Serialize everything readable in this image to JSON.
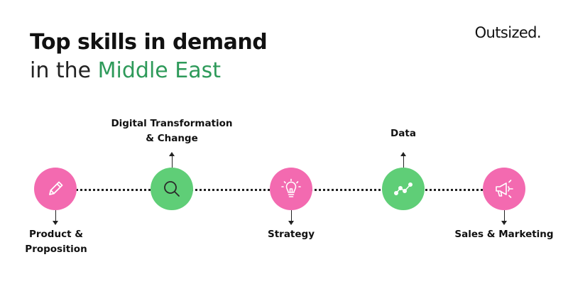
{
  "header": {
    "title_line1": "Top skills in demand",
    "title_line2_prefix": "in the ",
    "title_line2_accent": "Middle East",
    "brand": "Outsized."
  },
  "colors": {
    "pink": "#f36ab0",
    "green": "#5fce77",
    "accent_text": "#2e9a5a"
  },
  "skills": [
    {
      "line1": "Product &",
      "line2": "Proposition",
      "icon": "pencil-icon",
      "color": "pink",
      "label_position": "below"
    },
    {
      "line1": "Digital Transformation",
      "line2": "& Change",
      "icon": "magnifier-icon",
      "color": "green",
      "label_position": "above"
    },
    {
      "line1": "Strategy",
      "icon": "lightbulb-icon",
      "color": "pink",
      "label_position": "below"
    },
    {
      "line1": "Data",
      "icon": "line-chart-icon",
      "color": "green",
      "label_position": "above"
    },
    {
      "line1": "Sales & Marketing",
      "icon": "megaphone-icon",
      "color": "pink",
      "label_position": "below"
    }
  ]
}
